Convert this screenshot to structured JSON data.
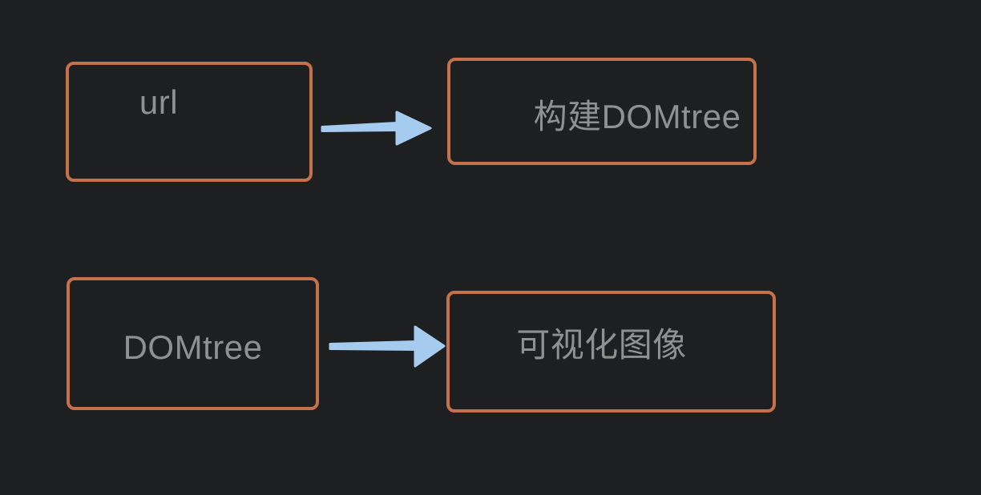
{
  "diagram": {
    "background_color": "#1e1f20",
    "node_border_color": "#c4714c",
    "node_text_color": "#909090",
    "arrow_color": "#a5cbef",
    "nodes": [
      {
        "id": "url",
        "label": "url"
      },
      {
        "id": "build-domtree",
        "label": "构建DOMtree"
      },
      {
        "id": "domtree",
        "label": "DOMtree"
      },
      {
        "id": "visual-image",
        "label": "可视化图像"
      }
    ],
    "edges": [
      {
        "from": "url",
        "to": "build-domtree",
        "shape": "right-arrow"
      },
      {
        "from": "domtree",
        "to": "visual-image",
        "shape": "right-arrow"
      }
    ]
  }
}
